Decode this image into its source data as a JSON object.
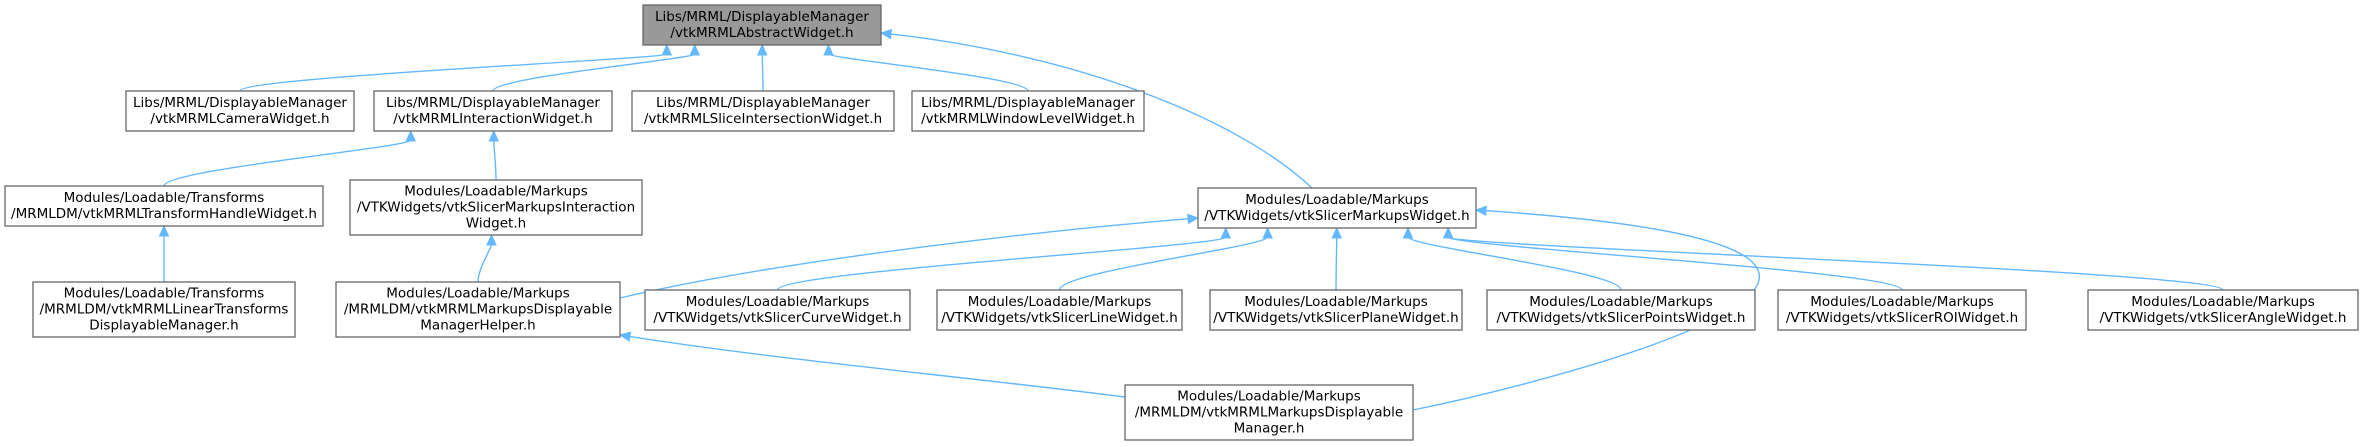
{
  "diagram": {
    "nodes": [
      {
        "id": "root",
        "lines": [
          "Libs/MRML/DisplayableManager",
          "/vtkMRMLAbstractWidget.h"
        ],
        "highlight": true
      },
      {
        "id": "camera",
        "lines": [
          "Libs/MRML/DisplayableManager",
          "/vtkMRMLCameraWidget.h"
        ]
      },
      {
        "id": "interaction",
        "lines": [
          "Libs/MRML/DisplayableManager",
          "/vtkMRMLInteractionWidget.h"
        ]
      },
      {
        "id": "sliceinter",
        "lines": [
          "Libs/MRML/DisplayableManager",
          "/vtkMRMLSliceIntersectionWidget.h"
        ]
      },
      {
        "id": "windowlevel",
        "lines": [
          "Libs/MRML/DisplayableManager",
          "/vtkMRMLWindowLevelWidget.h"
        ]
      },
      {
        "id": "transformhandle",
        "lines": [
          "Modules/Loadable/Transforms",
          "/MRMLDM/vtkMRMLTransformHandleWidget.h"
        ]
      },
      {
        "id": "markupsinteraction",
        "lines": [
          "Modules/Loadable/Markups",
          "/VTKWidgets/vtkSlicerMarkupsInteraction",
          "Widget.h"
        ]
      },
      {
        "id": "markupswidget",
        "lines": [
          "Modules/Loadable/Markups",
          "/VTKWidgets/vtkSlicerMarkupsWidget.h"
        ]
      },
      {
        "id": "lineartransforms",
        "lines": [
          "Modules/Loadable/Transforms",
          "/MRMLDM/vtkMRMLLinearTransforms",
          "DisplayableManager.h"
        ]
      },
      {
        "id": "dmhelper",
        "lines": [
          "Modules/Loadable/Markups",
          "/MRMLDM/vtkMRMLMarkupsDisplayable",
          "ManagerHelper.h"
        ]
      },
      {
        "id": "curve",
        "lines": [
          "Modules/Loadable/Markups",
          "/VTKWidgets/vtkSlicerCurveWidget.h"
        ]
      },
      {
        "id": "line",
        "lines": [
          "Modules/Loadable/Markups",
          "/VTKWidgets/vtkSlicerLineWidget.h"
        ]
      },
      {
        "id": "plane",
        "lines": [
          "Modules/Loadable/Markups",
          "/VTKWidgets/vtkSlicerPlaneWidget.h"
        ]
      },
      {
        "id": "points",
        "lines": [
          "Modules/Loadable/Markups",
          "/VTKWidgets/vtkSlicerPointsWidget.h"
        ]
      },
      {
        "id": "roi",
        "lines": [
          "Modules/Loadable/Markups",
          "/VTKWidgets/vtkSlicerROIWidget.h"
        ]
      },
      {
        "id": "angle",
        "lines": [
          "Modules/Loadable/Markups",
          "/VTKWidgets/vtkSlicerAngleWidget.h"
        ]
      },
      {
        "id": "dm",
        "lines": [
          "Modules/Loadable/Markups",
          "/MRMLDM/vtkMRMLMarkupsDisplayable",
          "Manager.h"
        ]
      }
    ],
    "edges": [
      {
        "from": "camera",
        "to": "root"
      },
      {
        "from": "interaction",
        "to": "root"
      },
      {
        "from": "sliceinter",
        "to": "root"
      },
      {
        "from": "windowlevel",
        "to": "root"
      },
      {
        "from": "markupswidget",
        "to": "root"
      },
      {
        "from": "transformhandle",
        "to": "interaction"
      },
      {
        "from": "markupsinteraction",
        "to": "interaction"
      },
      {
        "from": "lineartransforms",
        "to": "transformhandle"
      },
      {
        "from": "dmhelper",
        "to": "markupsinteraction"
      },
      {
        "from": "dmhelper",
        "to": "markupswidget"
      },
      {
        "from": "curve",
        "to": "markupswidget"
      },
      {
        "from": "line",
        "to": "markupswidget"
      },
      {
        "from": "plane",
        "to": "markupswidget"
      },
      {
        "from": "points",
        "to": "markupswidget"
      },
      {
        "from": "roi",
        "to": "markupswidget"
      },
      {
        "from": "angle",
        "to": "markupswidget"
      },
      {
        "from": "dm",
        "to": "markupswidget"
      },
      {
        "from": "dm",
        "to": "dmhelper"
      }
    ]
  }
}
